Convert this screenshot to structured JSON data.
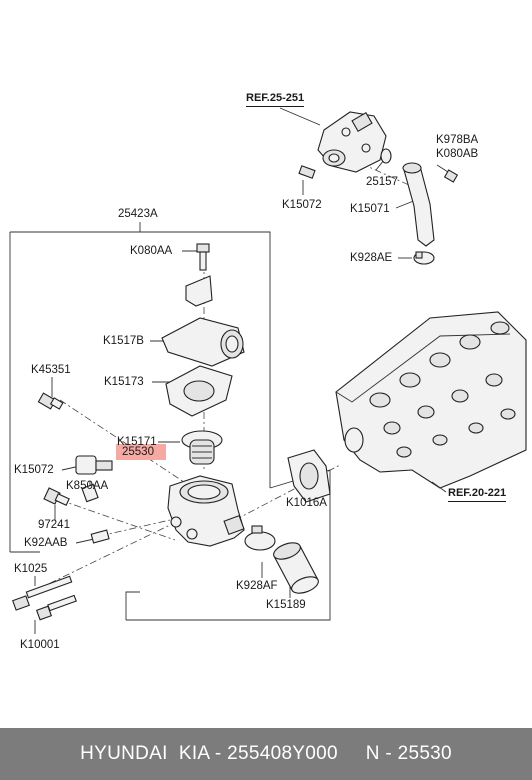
{
  "refs": {
    "r1": "REF.25-251",
    "r2": "REF.20-221"
  },
  "labels": {
    "l25423A": "25423A",
    "lK080AA": "K080AA",
    "lK1517B": "K1517B",
    "lK15173": "K15173",
    "lK45351": "K45351",
    "lK15171": "K15171",
    "l25530": "25530",
    "lK15072a": "K15072",
    "lK850AA": "K850AA",
    "l97241": "97241",
    "lK92AAB": "K92AAB",
    "lK1025": "K1025",
    "lK10001": "K10001",
    "lK1016A": "K1016A",
    "lK928AF": "K928AF",
    "lK15189": "K15189",
    "lK978BA": "K978BA",
    "lK080AB": "K080AB",
    "l25157": "25157",
    "lK15072b": "K15072",
    "lK15071": "K15071",
    "lK928AE": "K928AE"
  },
  "footer": {
    "text": "HYUNDAI  KIA - 255408Y000     N - 25530"
  },
  "colors": {
    "highlight": "#f4a9a3",
    "footer_bg": "#7c7c7c"
  }
}
